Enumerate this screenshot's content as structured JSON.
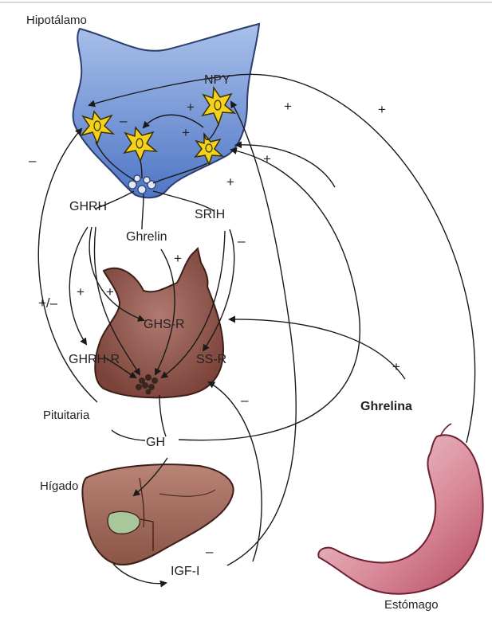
{
  "diagram": {
    "organs": {
      "hypothalamus": "Hipotálamo",
      "pituitary": "Pituitaria",
      "liver": "Hígado",
      "stomach": "Estómago"
    },
    "hormones": {
      "npy": "NPY",
      "ghrh": "GHRH",
      "srih": "SRIH",
      "ghrelin": "Ghrelin",
      "ghs_r": "GHS-R",
      "ghrh_r": "GHRH-R",
      "ss_r": "SS-R",
      "gh": "GH",
      "igf1": "IGF-I",
      "ghrelina": "Ghrelina"
    },
    "signs": {
      "plus": "+",
      "minus": "–",
      "plus_minus": "+/–"
    }
  }
}
